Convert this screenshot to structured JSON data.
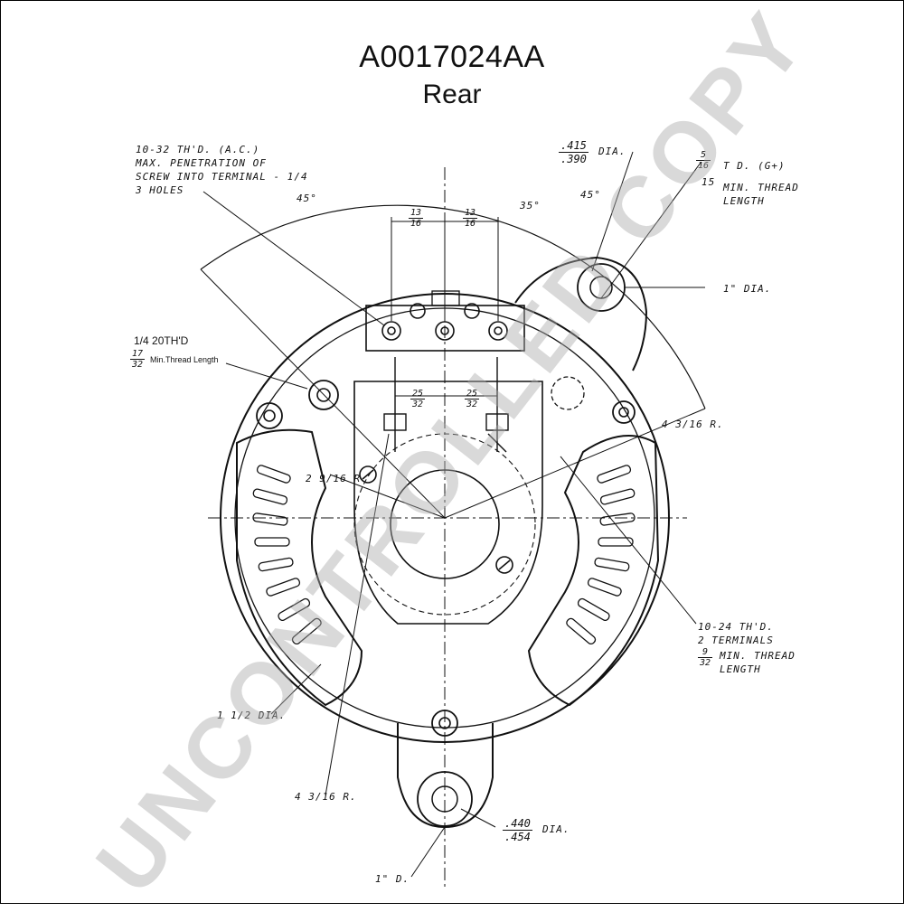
{
  "header": {
    "part_number": "A0017024AA",
    "view": "Rear"
  },
  "notes": {
    "screw_terminal": "10-32 TH'D. (A.C.)\nMAX. PENETRATION OF\nSCREW INTO TERMINAL - 1/4\n3 HOLES",
    "quarter_thread": "1/4 20TH'D",
    "quarter_thread_len_num": "17",
    "quarter_thread_len_den": "32",
    "quarter_thread_len_label": "Min.Thread Length",
    "top_hole_num": ".415",
    "top_hole_den": ".390",
    "top_hole_label": "DIA.",
    "right_thread_num": "5",
    "right_thread_den": "16",
    "right_thread_label": "T D. (G+)",
    "right_thread_min_num": "15",
    "right_thread_min": "MIN. THREAD\nLENGTH",
    "one_inch_top": "1\" DIA.",
    "radius_right": "4 3/16 R.",
    "terminals_right": "10-24 TH'D.\n2 TERMINALS",
    "terminals_min_num": "9",
    "terminals_min_den": "32",
    "terminals_min_label": "MIN. THREAD\nLENGTH",
    "radius_left_label": "2 9/16 R",
    "dia_left": "1 1/2 DIA.",
    "radius_bottom": "4 3/16 R.",
    "bottom_hole_num": ".440",
    "bottom_hole_den": ".454",
    "bottom_hole_label": "DIA.",
    "one_inch_bottom": "1\" D."
  },
  "dimensions": {
    "angle_left": "45°",
    "angle_mid": "35°",
    "angle_right": "45°",
    "spacing_left_num": "13",
    "spacing_left_den": "16",
    "spacing_right_num": "13",
    "spacing_right_den": "16",
    "mid_left_num": "25",
    "mid_left_den": "32",
    "mid_right_num": "25",
    "mid_right_den": "32"
  },
  "watermark": "UNCONTROLLED COPY"
}
